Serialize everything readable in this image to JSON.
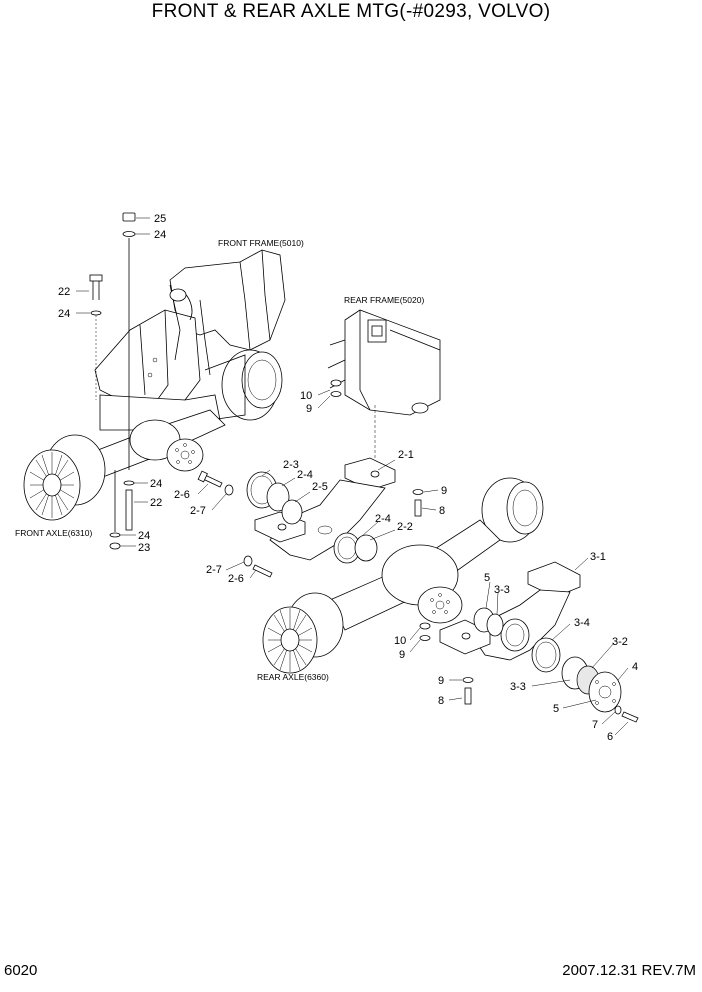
{
  "title": "FRONT & REAR AXLE MTG(-#0293, VOLVO)",
  "page_number": "6020",
  "revision": "2007.12.31  REV.7M",
  "assembly_labels": {
    "front_frame": "FRONT FRAME(5010)",
    "rear_frame": "REAR FRAME(5020)",
    "front_axle": "FRONT AXLE(6310)",
    "rear_axle": "REAR AXLE(6360)"
  },
  "callouts": {
    "c25": "25",
    "c24a": "24",
    "c22a": "22",
    "c24b": "24",
    "c24c": "24",
    "c22b": "22",
    "c24d": "24",
    "c23": "23",
    "c2_3": "2-3",
    "c2_4a": "2-4",
    "c2_5": "2-5",
    "c2_6a": "2-6",
    "c2_7a": "2-7",
    "c2_1": "2-1",
    "c10a": "10",
    "c9a": "9",
    "c9b": "9",
    "c8a": "8",
    "c2_4b": "2-4",
    "c2_2": "2-2",
    "c2_7b": "2-7",
    "c2_6b": "2-6",
    "c3_1": "3-1",
    "c5a": "5",
    "c3_3a": "3-3",
    "c10b": "10",
    "c9c": "9",
    "c3_4": "3-4",
    "c3_2": "3-2",
    "c4": "4",
    "c3_3b": "3-3",
    "c9d": "9",
    "c8b": "8",
    "c5b": "5",
    "c7": "7",
    "c6": "6"
  }
}
